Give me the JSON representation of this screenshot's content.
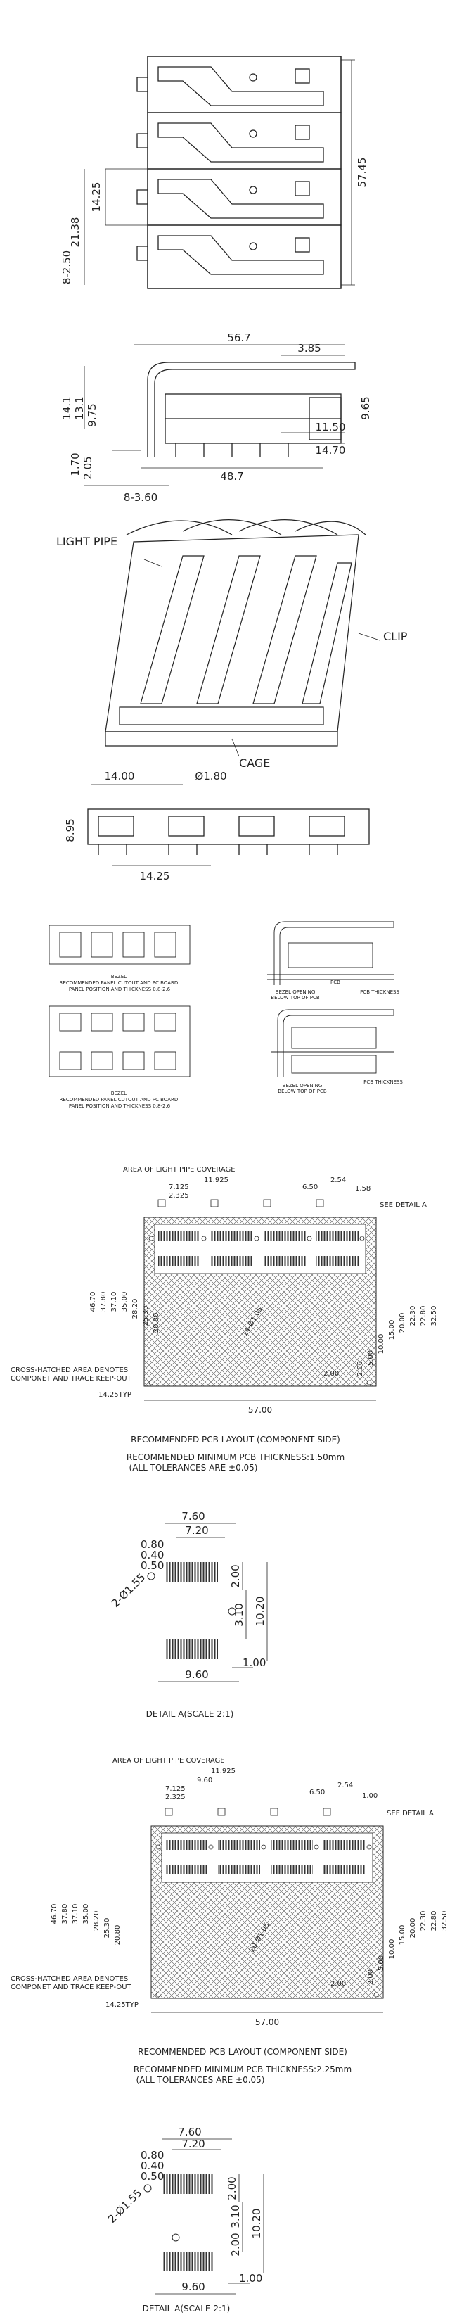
{
  "front_view": {
    "dims": {
      "pitch": "14.25",
      "span": "21.38",
      "bottom": "8-2.50",
      "height": "57.45"
    }
  },
  "side_view": {
    "dims": {
      "length": "56.7",
      "tab": "3.85",
      "h1": "14.1",
      "h2": "13.1",
      "h3": "9.75",
      "h4": "9.65",
      "w1": "11.50",
      "w2": "14.70",
      "h5": "1.70",
      "h6": "2.05",
      "bottom_len": "48.7",
      "pins": "8-3.60"
    }
  },
  "iso_view": {
    "labels": {
      "light_pipe": "LIGHT PIPE",
      "clip": "CLIP",
      "cage": "CAGE"
    }
  },
  "end_view": {
    "dims": {
      "width": "14.00",
      "dia": "Ø1.80",
      "height": "8.95",
      "pitch": "14.25"
    }
  },
  "bezel_1": {
    "caption": [
      "BEZEL",
      "RECOMMENDED PANEL CUTOUT AND PC BOARD",
      "PANEL POSITION AND THICKNESS 0.8-2.6"
    ]
  },
  "bezel_2": {
    "caption": [
      "BEZEL",
      "RECOMMENDED PANEL CUTOUT AND PC BOARD",
      "PANEL POSITION AND THICKNESS 0.8-2.6"
    ]
  },
  "pcb_side_1": {
    "labels": {
      "pcb": "PCB",
      "opening": "BEZEL OPENING",
      "below": "BELOW TOP OF PCB",
      "thickness": "PCB THICKNESS"
    }
  },
  "pcb_side_2": {
    "labels": {
      "opening": "BEZEL OPENING",
      "below": "BELOW TOP OF PCB",
      "thickness": "PCB THICKNESS"
    }
  },
  "layout_1": {
    "top_note": "AREA OF LIGHT PIPE COVERAGE",
    "top_dims": [
      "11.925",
      "7.125",
      "2.325",
      "6.50",
      "2.54",
      "1.58"
    ],
    "left_dims": [
      "46.70",
      "37.80",
      "37.10",
      "35.00",
      "28.20",
      "25.30",
      "20.80"
    ],
    "right_dims": [
      "32.50",
      "22.80",
      "22.30",
      "20.00",
      "15.00",
      "10.00",
      "5.00",
      "2.00"
    ],
    "see_detail": "SEE DETAIL A",
    "hatch_note": [
      "CROSS-HATCHED AREA DENOTES",
      "COMPONET AND TRACE KEEP-OUT"
    ],
    "pitch_note": "14.25TYP",
    "holes_note": "14-Ø1.05",
    "bottom_width": "57.00",
    "bottom_small": "2.00",
    "caption": "RECOMMENDED PCB LAYOUT (COMPONENT SIDE)",
    "note1": "RECOMMENDED MINIMUM PCB THICKNESS:1.50mm",
    "note2": "(ALL TOLERANCES ARE ±0.05)"
  },
  "detail_1": {
    "dims": {
      "w": "7.60",
      "w2": "7.20",
      "a": "0.80",
      "b": "0.40",
      "c": "0.50",
      "h1": "2.00",
      "dia": "2-Ø1.55",
      "h2": "3.10",
      "h3": "10.20",
      "d1": "1.00",
      "w3": "9.60"
    },
    "caption": "DETAIL A(SCALE 2:1)"
  },
  "layout_2": {
    "top_note": "AREA OF LIGHT PIPE COVERAGE",
    "top_dims": [
      "11.925",
      "9.60",
      "7.125",
      "2.325",
      "6.50",
      "2.54",
      "1.00"
    ],
    "left_dims": [
      "46.70",
      "37.80",
      "37.10",
      "35.00",
      "28.20",
      "25.30",
      "20.80"
    ],
    "right_dims": [
      "32.50",
      "22.80",
      "22.30",
      "20.00",
      "15.00",
      "10.00",
      "5.00",
      "2.00"
    ],
    "see_detail": "SEE DETAIL A",
    "hatch_note": [
      "CROSS-HATCHED AREA DENOTES",
      "COMPONET AND TRACE KEEP-OUT"
    ],
    "pitch_note": "14.25TYP",
    "holes_note": "20-Ø1.05",
    "bottom_width": "57.00",
    "bottom_small": "2.00",
    "caption": "RECOMMENDED PCB LAYOUT (COMPONENT SIDE)",
    "note1": "RECOMMENDED MINIMUM PCB THICKNESS:2.25mm",
    "note2": "(ALL TOLERANCES ARE ±0.05)"
  },
  "detail_2": {
    "dims": {
      "w": "7.60",
      "w2": "7.20",
      "a": "0.80",
      "b": "0.40",
      "c": "0.50",
      "h1": "2.00",
      "dia": "2-Ø1.55",
      "h2": "3.10",
      "h3": "2.00",
      "h4": "10.20",
      "d1": "1.00",
      "w3": "9.60"
    },
    "caption": "DETAIL A(SCALE 2:1)"
  }
}
